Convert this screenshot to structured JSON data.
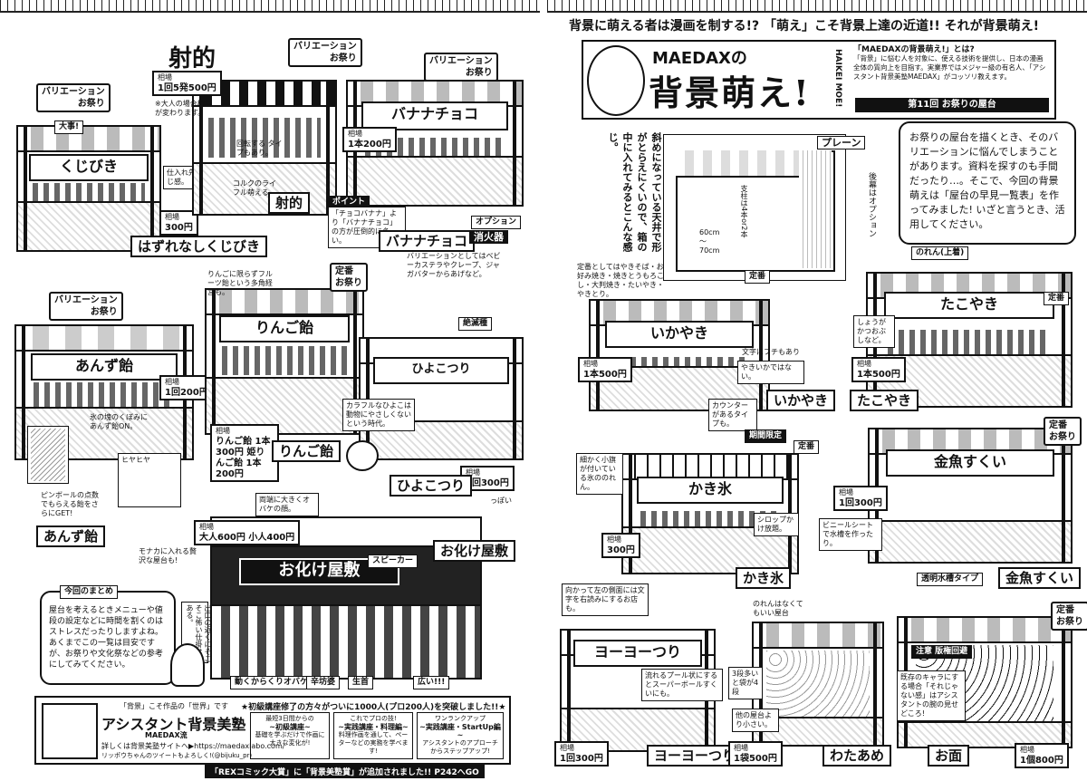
{
  "left": {
    "stalls": [
      {
        "name": "はずれなしくじびき",
        "sign": "くじびき",
        "variation": "バリエーション",
        "variation_sub": "お祭り",
        "price_label": "相場",
        "price": "300円",
        "notes": [
          "大事!",
          "仕入れ先が同じ感。"
        ]
      },
      {
        "name": "射的",
        "sign": "射的",
        "variation": "バリエーション",
        "variation_sub": "お祭り",
        "price_label": "相場",
        "price": "1回5発500円",
        "notes": [
          "※大人の場合相場が変わります。",
          "回転する タイプもあり。",
          "コルクのライフル萌える。"
        ]
      },
      {
        "name": "バナナチョコ",
        "sign": "バナナチョコ",
        "variation": "バリエーション",
        "variation_sub": "お祭り",
        "price_label": "相場",
        "price": "1本200円",
        "point_label": "ポイント",
        "point_text": "「チョコバナナ」より「バナナチョコ」の方が圧倒的に多い。",
        "option_label": "オプション",
        "option_text": "消火器",
        "notes": [
          "バリエーションとしてはベビーカステラやクレープ、ジャガバターからあげなど。"
        ]
      },
      {
        "name": "あんず飴",
        "sign": "あんず飴",
        "variation": "バリエーション",
        "variation_sub": "お祭り",
        "price_label": "相場",
        "price": "1回200円",
        "notes": [
          "氷の塊のくぼみにあんず飴ON。",
          "ヒヤヒヤ",
          "ピンボールの点数でもらえる飴をさらにGET!",
          "モナカに入れる贅沢な屋台も!"
        ]
      },
      {
        "name": "りんご飴",
        "sign": "りんご飴",
        "variation": "定番",
        "variation_sub": "お祭り",
        "price_label": "相場",
        "price": "りんご飴 1本300円 姫りんご飴 1本200円",
        "notes": [
          "りんごに限らずフルーツ飴という多角経営も。"
        ]
      },
      {
        "name": "ひよこつり",
        "sign": "ひよこつり",
        "variation": "絶滅種",
        "variation_sub": "",
        "price_label": "相場",
        "price": "1回300円",
        "notes": [
          "カラフルなひよこは動物にやさしくないという時代。",
          "っぽい"
        ]
      },
      {
        "name": "お化け屋敷",
        "sign": "お化け屋敷",
        "variation": "",
        "variation_sub": "",
        "price_label": "相場",
        "price": "大人600円 小人400円",
        "notes": [
          "両端に大きくオバケの顔。",
          "スピーカー",
          "出口の近くにそこそこ怖い仕掛けがある。",
          "動くからくりオバケ",
          "辛坊婆",
          "生首",
          "広い!!!"
        ]
      }
    ],
    "summary_title": "今回のまとめ",
    "summary_text": "屋台を考えるときメニューや値段の設定などに時間を割くのはストレスだったりしますよね。あくまでこの一覧は目安ですが、お祭りや文化祭などの参考にしてみてください。",
    "ad": {
      "tagline": "「背景」こそ作品の「世界」です",
      "brand": "アシスタント背景美塾",
      "brand_sub": "MAEDAX流",
      "site": "詳しくは背景美塾サイトへ▶https://maedaxlabo.com/",
      "twitter": "リッポウちゃんのツイートもよろしく!(@bijuku_pr)",
      "headline": "★初級講座修了の方々がついに1000人(プロ200人)を突破しました!!★",
      "courses": [
        {
          "title": "最短3日間からの",
          "name": "~初級講座~",
          "desc": "基礎を学ぶだけで作画に大きな変化が!"
        },
        {
          "title": "これでプロの技!",
          "name": "~実践講座・料理編~",
          "desc": "料理作画を通して、ペーターなどの実務を学べます!"
        },
        {
          "title": "ワンランクアップ",
          "name": "~実践講座・StartUp編~",
          "desc": "アシスタントのアプローチからステップアップ!"
        }
      ]
    },
    "footer": "「REXコミック大賞」に「背景美塾賞」が追加されました!! P242へGO"
  },
  "right": {
    "headline": "背景に萌える者は漫画を制する!? 「萌え」こそ背景上達の近道!! それが背景萌え!",
    "title_logo_top": "MAEDAXの",
    "title_logo_main": "背景萌え!",
    "title_logo_roman": "HAIKEI MOE!",
    "about_title": "「MAEDAXの背景萌え!」とは?",
    "about_text": "「背景」に悩む人を対象に、使える技術を提供し、日本の漫画全体の質向上を目指す。実業界ではメジャー級の有名人、「アシスタント背景美塾MAEDAX」がコッソリ教えます。",
    "episode": "第11回 お祭りの屋台",
    "intro": "お祭りの屋台を描くとき、そのバリエーションに悩んでしまうことがあります。資料を探すのも手間だったり…。そこで、今回の背景萌えは「屋台の早見一覧表」を作ってみました! いざと言うとき、活用してください。",
    "plain_label": "プレーン",
    "plain_note": "斜めになっている天井で形がとらえにくいので、箱の中に入れてみるとこんな感じ。",
    "dim_posts": "支柱は4本or2本",
    "dim_height": "60cm 〜 70cm",
    "dim_curtain": "後幕はオプション",
    "stalls": [
      {
        "name": "いかやき",
        "variation": "定番",
        "price_label": "相場",
        "price": "1本500円",
        "notes": [
          "定番としてはやきそば・お好み焼き・焼きとうもろこし・大判焼き・たいやき・やきとり。",
          "文字にフチもあり",
          "やきいかではない。",
          "カウンターがあるタイプも。"
        ]
      },
      {
        "name": "たこやき",
        "variation": "定番",
        "price_label": "相場",
        "price": "1本500円",
        "notes": [
          "のれん(上着)",
          "しょうがかつおぶしなど。"
        ]
      },
      {
        "name": "かき氷",
        "variation": "期間限定",
        "variation2": "定番",
        "price_label": "相場",
        "price": "300円",
        "notes": [
          "細かく小旗が付いている氷ののれん。",
          "シロップかけ放題。"
        ]
      },
      {
        "name": "金魚すくい",
        "variation": "定番",
        "variation_sub": "お祭り",
        "price_label": "相場",
        "price": "1回300円",
        "notes": [
          "ビニールシートで水槽を作ったり。",
          "透明水槽タイプ"
        ]
      },
      {
        "name": "ヨーヨーつり",
        "variation": "",
        "price_label": "相場",
        "price": "1回300円",
        "notes": [
          "向かって左の側面には文字を右読みにするお店も。",
          "流れるプール状にするとスーパーボールすくいにも。"
        ]
      },
      {
        "name": "わたあめ",
        "variation": "",
        "price_label": "相場",
        "price": "1袋500円",
        "notes": [
          "のれんはなくてもいい屋台",
          "3段多いと袋が4段",
          "他の屋台より小さい。"
        ]
      },
      {
        "name": "お面",
        "variation": "定番",
        "variation_sub": "お祭り",
        "price_label": "相場",
        "price": "1個800円",
        "notes": [
          "注意 版権回避",
          "既存のキャラにする場合「それじゃない感」はアシスタントの腕の見せどころ!"
        ]
      }
    ]
  }
}
